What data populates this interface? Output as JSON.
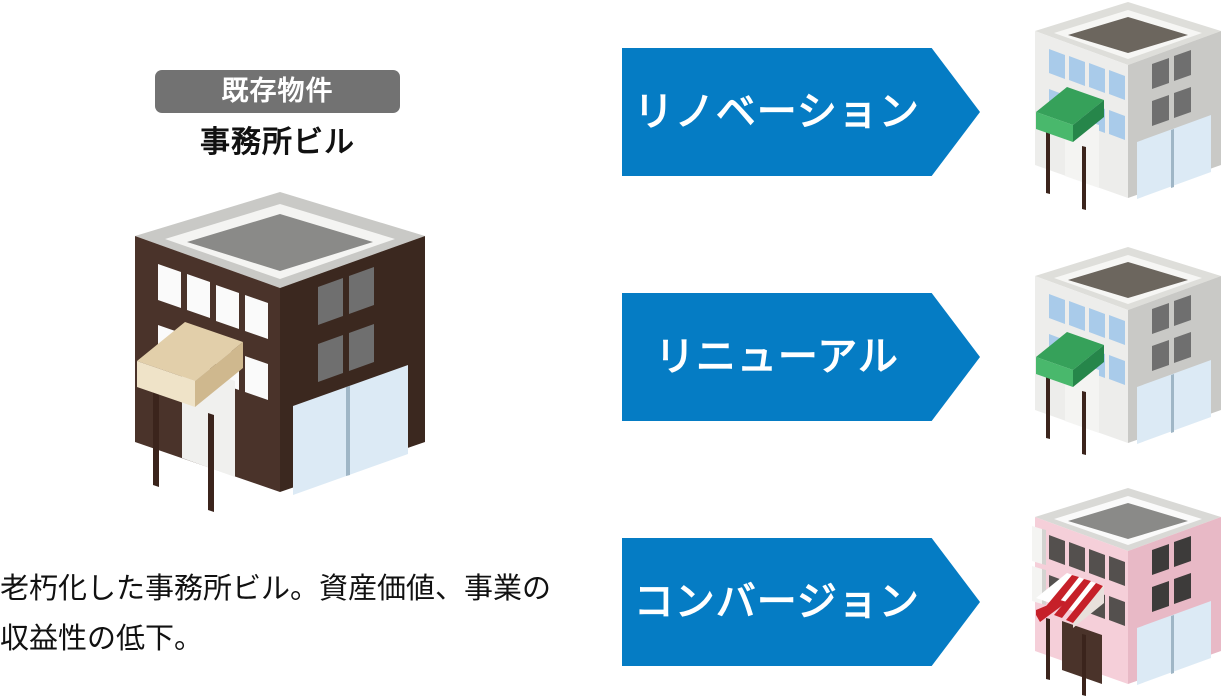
{
  "badge": {
    "label": "既存物件",
    "bg_color": "#727272",
    "text_color": "#ffffff"
  },
  "subject": {
    "title": "事務所ビル",
    "caption": "老朽化した事務所ビル。資産価値、事業の収益性の低下。"
  },
  "arrow_color": "#057CC4",
  "arrows": [
    {
      "label": "リノベーション"
    },
    {
      "label": "リニューアル"
    },
    {
      "label": "コンバージョン"
    }
  ],
  "buildings": {
    "existing": {
      "name": "office-building-aged",
      "wall_front": "#4A332A",
      "wall_side": "#3B281F",
      "roof_rim": "#C9C9C6",
      "roof_inner": "#8A8A88",
      "window_front": "#FAFAFA",
      "window_side": "#6F6F6F",
      "storefront": "#DCEAF5",
      "awning_color": "#E2CFAA",
      "post_color": "#3B241C"
    },
    "results": [
      {
        "name": "office-building-renovated",
        "wall_front": "#EDEDEB",
        "wall_side": "#C9C9C6",
        "roof_rim": "#DEDEDA",
        "roof_inner": "#6C665E",
        "window_front": "#A9CBEA",
        "window_side": "#6F6F6F",
        "storefront": "#DCEAF5",
        "awning_color": "#3AA council",
        "post_color": "#3B241C"
      }
    ]
  }
}
